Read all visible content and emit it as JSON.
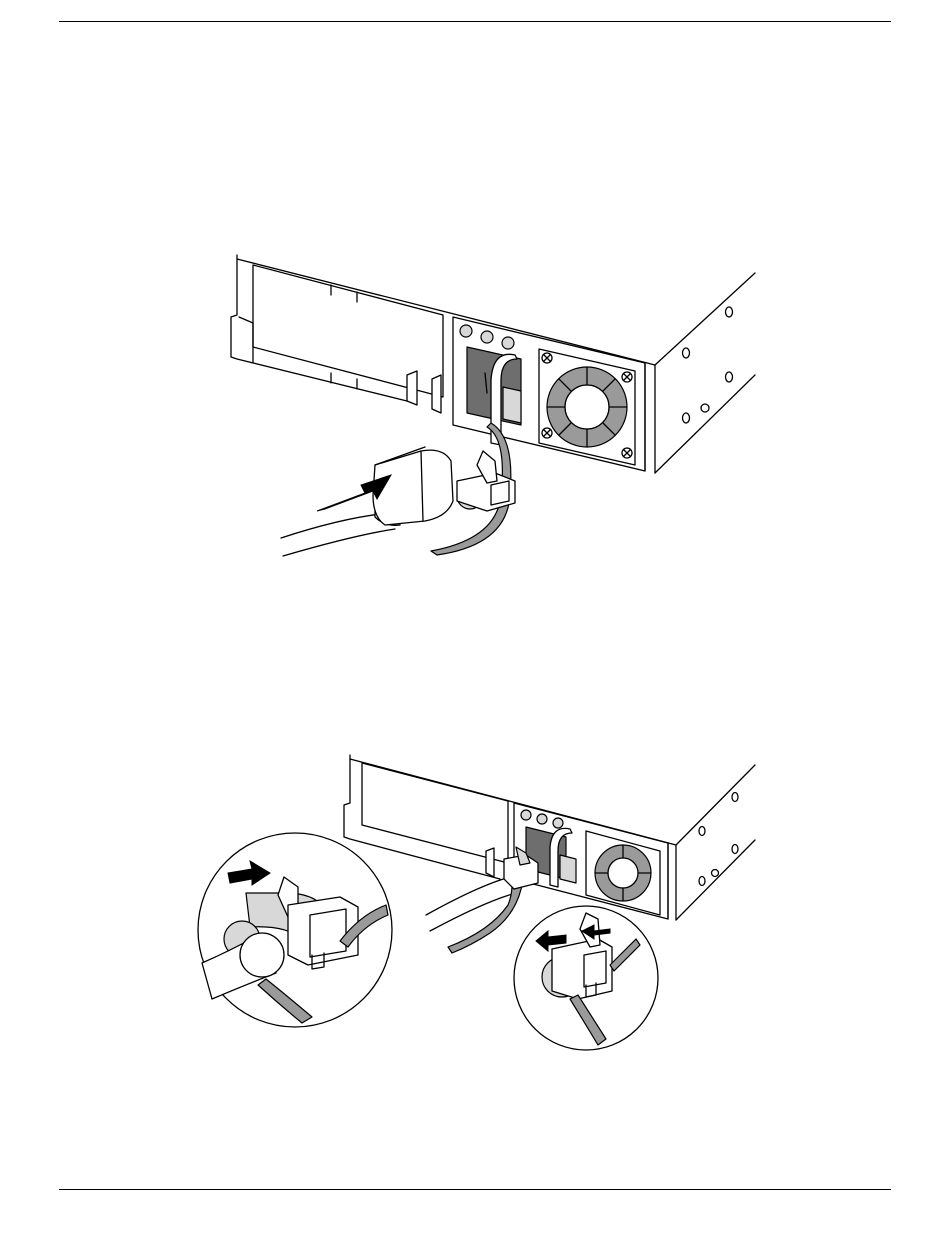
{
  "figures": [
    {
      "id": "figure-1",
      "depicts": [
        "power-supply-module",
        "power-inlet",
        "fan-grille",
        "power-cord-plug",
        "cord-retainer-clip",
        "insertion-arrow"
      ]
    },
    {
      "id": "figure-2",
      "depicts": [
        "power-supply-module",
        "fan-grille",
        "cord-retainer-clip",
        "detail-callout-left",
        "detail-callout-right",
        "push-arrow",
        "release-arrows"
      ]
    }
  ],
  "colors": {
    "line": "#000000",
    "fill_gray": "#9a9a9a",
    "fill_light": "#d8d8d8",
    "fill_dark": "#6e6e6e",
    "background": "#ffffff"
  }
}
